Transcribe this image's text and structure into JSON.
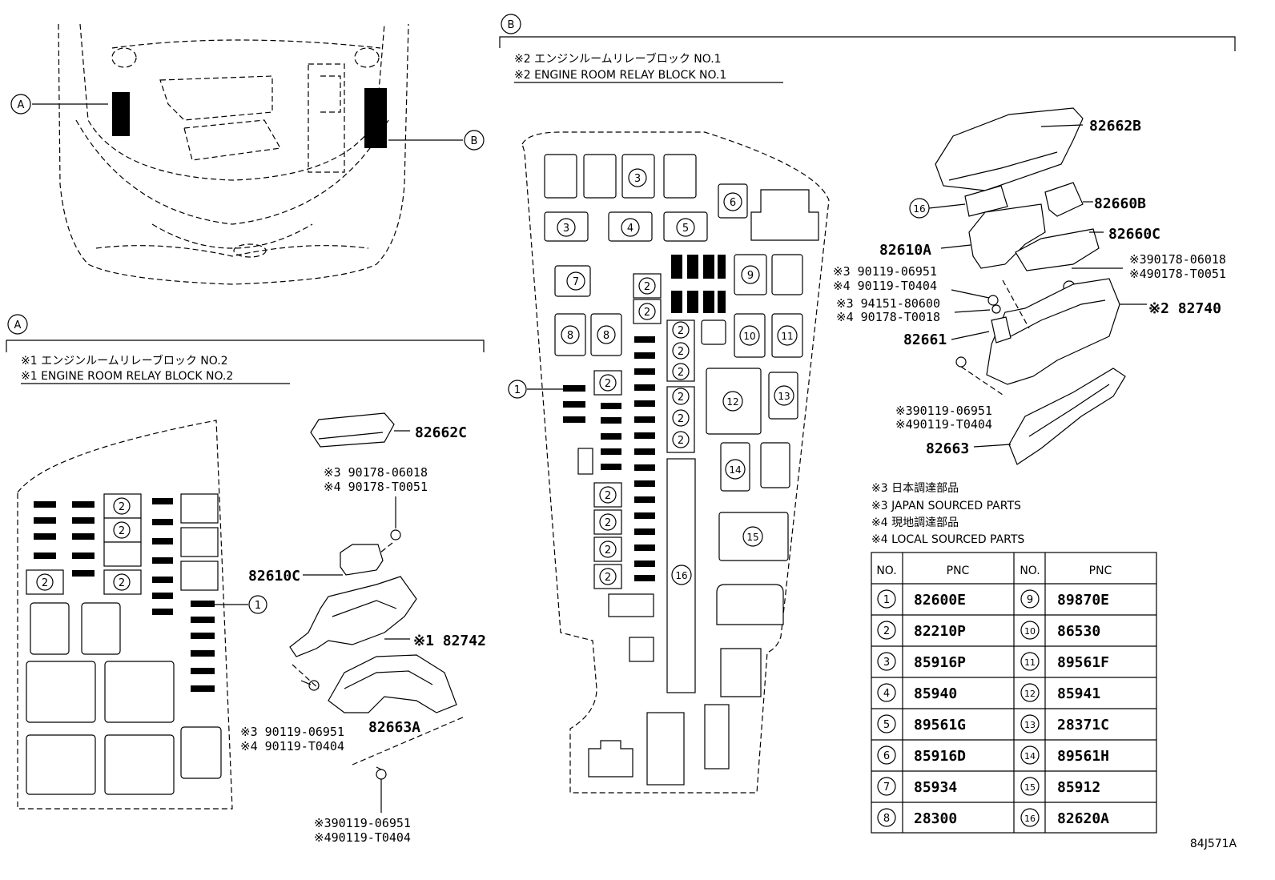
{
  "labels": {
    "callout_a": "A",
    "callout_b": "B",
    "section_a": "A",
    "section_b": "B",
    "rb2_jp": "※1 エンジンルームリレーブロック NO.2",
    "rb2_en": "※1 ENGINE ROOM RELAY BLOCK NO.2",
    "rb1_jp": "※2 エンジンルームリレーブロック NO.1",
    "rb1_en": "※2 ENGINE ROOM RELAY BLOCK NO.1",
    "diagram_code": "84J571A"
  },
  "notes": [
    "※3 日本調達部品",
    "※3 JAPAN SOURCED PARTS",
    "※4 現地調達部品",
    "※4 LOCAL SOURCED PARTS"
  ],
  "part_labels_a": {
    "p82662C": "82662C",
    "p82610C": "82610C",
    "p82742": "※1 82742",
    "p82663A": "82663A",
    "nut_a1": "※3 90178-06018",
    "nut_a2": "※4 90178-T0051",
    "bolt_a1": "※3 90119-06951",
    "bolt_a2": "※4 90119-T0404",
    "bolt_a3": "※390119-06951",
    "bolt_a4": "※490119-T0404"
  },
  "part_labels_b": {
    "p82662B": "82662B",
    "p82660B": "82660B",
    "p82610A": "82610A",
    "p82660C": "82660C",
    "p82740": "※2 82740",
    "p82661": "82661",
    "p82663": "82663",
    "nut_b1": "※390178-06018",
    "nut_b2": "※490178-T0051",
    "bolt_b1": "※3 90119-06951",
    "bolt_b2": "※4 90119-T0404",
    "clip_b1": "※3 94151-80600",
    "clip_b2": "※4 90178-T0018",
    "bolt_b3": "※390119-06951",
    "bolt_b4": "※490119-T0404"
  },
  "table": {
    "headers": [
      "NO.",
      "PNC",
      "NO.",
      "PNC"
    ],
    "rows": [
      [
        "1",
        "82600E",
        "9",
        "89870E"
      ],
      [
        "2",
        "82210P",
        "10",
        "86530"
      ],
      [
        "3",
        "85916P",
        "11",
        "89561F"
      ],
      [
        "4",
        "85940",
        "12",
        "85941"
      ],
      [
        "5",
        "89561G",
        "13",
        "28371C"
      ],
      [
        "6",
        "85916D",
        "14",
        "89561H"
      ],
      [
        "7",
        "85934",
        "15",
        "85912"
      ],
      [
        "8",
        "28300",
        "16",
        "82620A"
      ]
    ]
  },
  "block_numbers": {
    "n1": "1",
    "n2": "2",
    "n3": "3",
    "n4": "4",
    "n5": "5",
    "n6": "6",
    "n7": "7",
    "n8": "8",
    "n9": "9",
    "n10": "10",
    "n11": "11",
    "n12": "12",
    "n13": "13",
    "n14": "14",
    "n15": "15",
    "n16": "16"
  }
}
